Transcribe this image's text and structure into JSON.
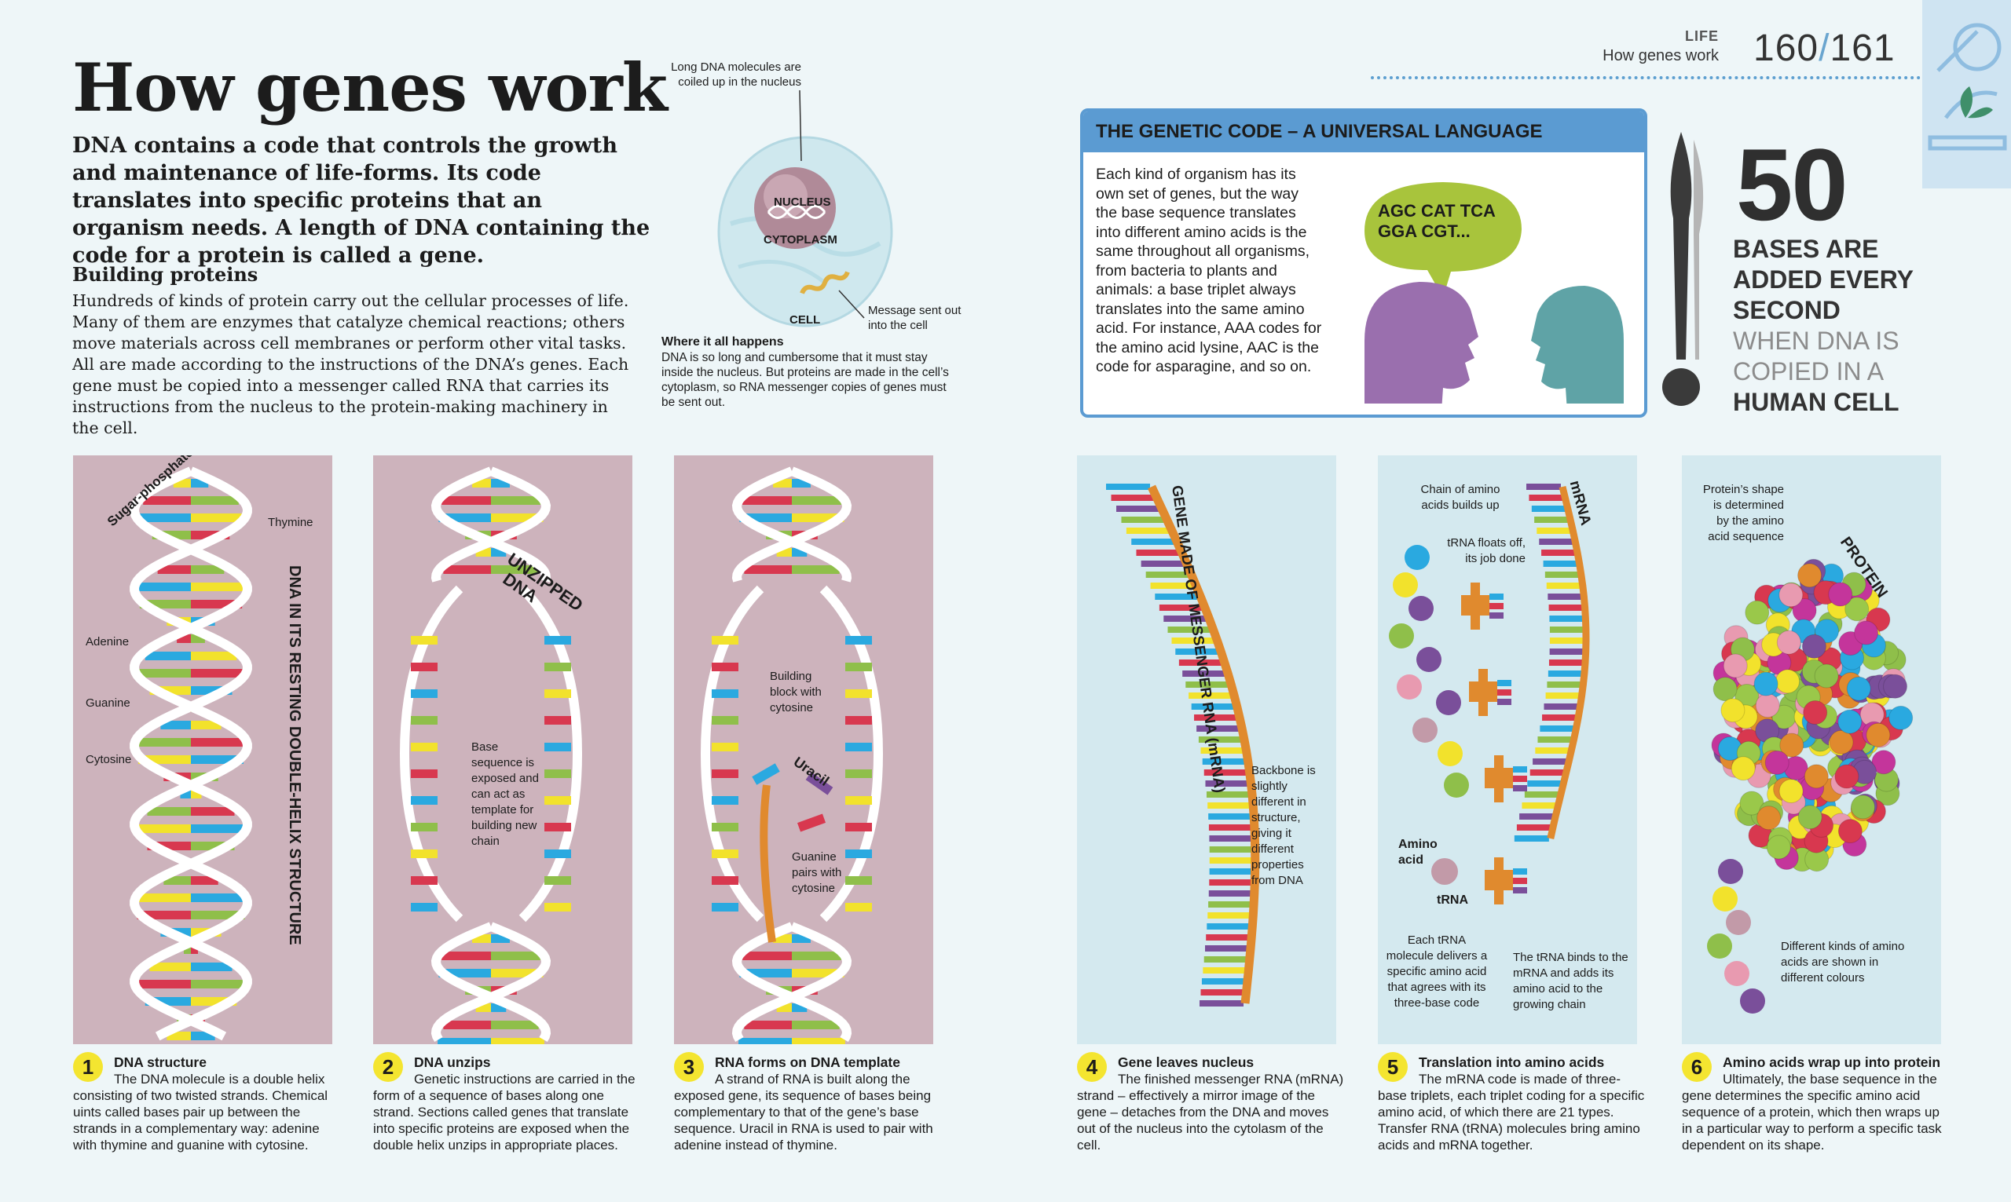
{
  "header": {
    "section": "LIFE",
    "subsection": "How genes work",
    "pages_left": "160",
    "pages_sep": "/",
    "pages_right": "161"
  },
  "title": "How genes work",
  "intro": "DNA contains a code that controls the growth and maintenance of life-forms. Its code translates into specific proteins that an organism needs. A length of DNA containing the code for a protein is called a gene.",
  "building_proteins": {
    "heading": "Building proteins",
    "body": "Hundreds of kinds of protein carry out the cellular processes of life. Many of them are enzymes that catalyze chemical reactions; others move materials across cell membranes or perform other vital tasks. All are made according to the instructions of the DNA’s genes. Each gene must be copied into a messenger called RNA that carries its instructions from the nucleus to the protein-making machinery in the cell."
  },
  "cell_figure": {
    "label_coiled": "Long DNA molecules are coiled up in the nucleus",
    "nucleus": "NUCLEUS",
    "cytoplasm": "CYTOPLASM",
    "cell": "CELL",
    "label_message": "Message sent out into the cell",
    "caption_title": "Where it all happens",
    "caption_body": "DNA is so long and cumbersome that it must stay inside the nucleus. But proteins are made in the cell’s cytoplasm, so RNA messenger copies of genes must be sent out."
  },
  "genetic_code": {
    "heading": "THE GENETIC CODE – A UNIVERSAL LANGUAGE",
    "body": "Each kind of organism has its own set of genes, but the way the base sequence translates into different amino acids is the same throughout all organisms, from bacteria to plants and animals: a base triplet always translates into the same amino acid. For instance, AAA codes for the amino acid lysine, AAC is the code for asparagine, and so on.",
    "bubble_line1": "AGC CAT TCA",
    "bubble_line2": "GGA CGT..."
  },
  "stat": {
    "number": "50",
    "line1": "BASES ARE",
    "line2": "ADDED EVERY",
    "line3": "SECOND",
    "line4": "WHEN DNA IS",
    "line5": "COPIED IN A",
    "line6": "HUMAN CELL"
  },
  "panels": {
    "p1": {
      "backbone": "Sugar-phosphate backbone",
      "thymine": "Thymine",
      "adenine": "Adenine",
      "guanine": "Guanine",
      "cytosine": "Cytosine",
      "vertical": "DNA IN ITS RESTING DOUBLE-HELIX STRUCTURE"
    },
    "p2": {
      "unzipped_1": "UNZIPPED",
      "unzipped_2": "DNA",
      "note": "Base sequence is exposed and can act as template for building new chain"
    },
    "p3": {
      "building": "Building block with cytosine",
      "uracil": "Uracil",
      "guanine": "Guanine pairs with cytosine"
    },
    "p4": {
      "vertical": "GENE MADE OF MESSENGER RNA (mRNA)",
      "note": "Backbone is slightly different in structure, giving it different properties from DNA"
    },
    "p5": {
      "chain": "Chain of amino acids builds up",
      "trna_floats": "tRNA floats off, its job done",
      "mrna": "mRNA",
      "amino": "Amino acid",
      "trna": "tRNA",
      "each": "Each tRNA molecule delivers a specific amino acid that agrees with its three-base code",
      "binds": "The tRNA binds to the mRNA and adds its amino acid to the growing chain"
    },
    "p6": {
      "shape": "Protein’s shape is determined by the amino acid sequence",
      "protein": "PROTEIN",
      "kinds": "Different kinds of amino acids are shown in different colours"
    }
  },
  "steps": [
    {
      "num": "1",
      "title": "DNA structure",
      "body": "The DNA molecule is a double helix consisting of two twisted strands. Chemical uints called bases pair up between the strands in a complementary way: adenine with thymine and guanine with cytosine."
    },
    {
      "num": "2",
      "title": "DNA unzips",
      "body": "Genetic instructions are carried in the form of a sequence of bases along one strand. Sections called genes that translate into specific proteins are exposed when the double helix unzips in appropriate places."
    },
    {
      "num": "3",
      "title": "RNA forms on DNA template",
      "body": "A strand of RNA is built along the exposed gene, its sequence of bases being complementary to that of the gene’s base sequence. Uracil in RNA is used to pair with adenine instead of thymine."
    },
    {
      "num": "4",
      "title": "Gene leaves nucleus",
      "body": "The finished messenger RNA (mRNA) strand – effectively a mirror image of the gene – detaches from the DNA and moves out of the nucleus into the cytolasm of the cell."
    },
    {
      "num": "5",
      "title": "Translation into amino acids",
      "body": "The mRNA code is made of three-base triplets, each triplet coding for a specific amino acid, of which there are 21 types. Transfer RNA (tRNA) molecules bring amino acids and mRNA together."
    },
    {
      "num": "6",
      "title": "Amino acids wrap up into protein",
      "body": "Ultimately, the base sequence in the gene determines the specific amino acid sequence of a protein, which then wraps up in a particular way to perform a specific task dependent on its shape."
    }
  ],
  "colors": {
    "yellow": "#f2e22c",
    "red": "#d8384f",
    "blue": "#2aa9e0",
    "green": "#8fbf4a",
    "purple": "#7a4f9a",
    "orange": "#e08a2e",
    "panel_pink": "#cdb3bc",
    "panel_blue": "#d4e9ef",
    "accent_blue": "#5b9bd2",
    "bubble_green": "#a8c43c",
    "head_purple": "#9a6fae",
    "head_teal": "#5fa3a6"
  }
}
